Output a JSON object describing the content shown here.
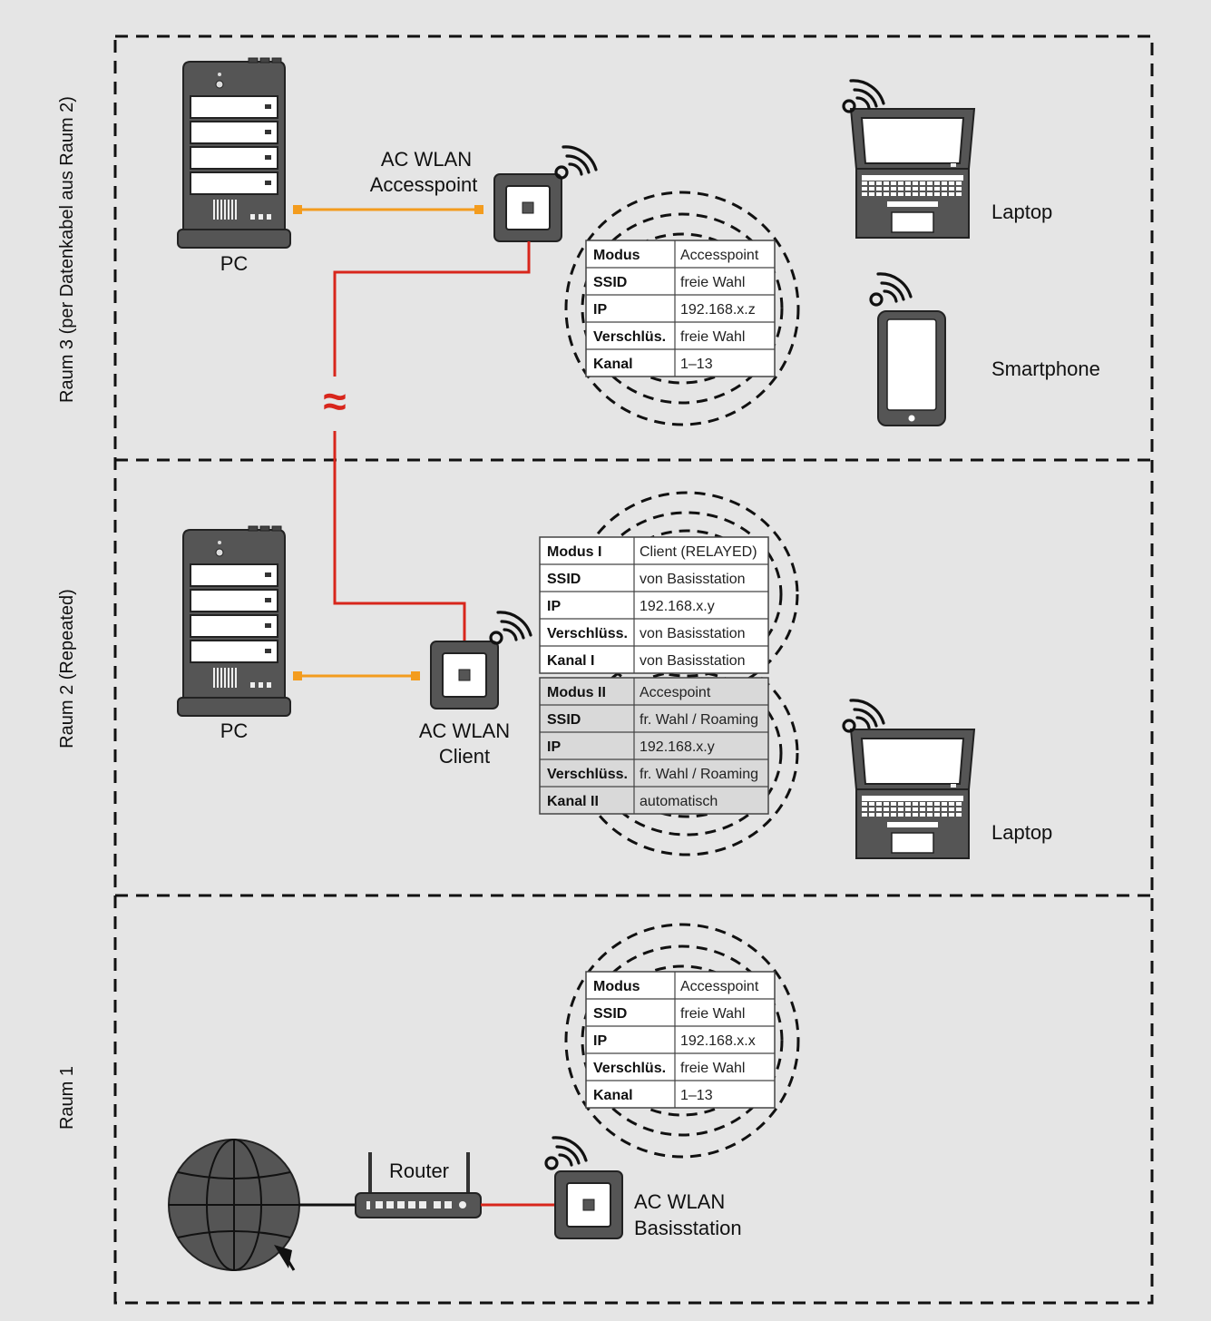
{
  "rooms": {
    "raum3": "Raum 3 (per Datenkabel aus Raum 2)",
    "raum2": "Raum 2 (Repeated)",
    "raum1": "Raum 1"
  },
  "labels": {
    "pc3": "PC",
    "ap3_l1": "AC WLAN",
    "ap3_l2": "Accesspoint",
    "laptop3": "Laptop",
    "smartphone": "Smartphone",
    "pc2": "PC",
    "client_l1": "AC WLAN",
    "client_l2": "Client",
    "laptop2": "Laptop",
    "router": "Router",
    "base_l1": "AC WLAN",
    "base_l2": "Basisstation",
    "approx": "≈"
  },
  "tables": {
    "raum3": [
      {
        "k": "Modus",
        "v": "Accesspoint"
      },
      {
        "k": "SSID",
        "v": "freie Wahl"
      },
      {
        "k": "IP",
        "v": "192.168.x.z"
      },
      {
        "k": "Verschlüs.",
        "v": "freie Wahl"
      },
      {
        "k": "Kanal",
        "v": "1–13"
      }
    ],
    "raum2_client": [
      {
        "k": "Modus I",
        "v": "Client (RELAYED)"
      },
      {
        "k": "SSID",
        "v": "von Basisstation"
      },
      {
        "k": "IP",
        "v": "192.168.x.y"
      },
      {
        "k": "Verschlüss.",
        "v": "von Basisstation"
      },
      {
        "k": "Kanal I",
        "v": "von Basisstation"
      }
    ],
    "raum2_ap": [
      {
        "k": "Modus II",
        "v": "Accespoint"
      },
      {
        "k": "SSID",
        "v": "fr. Wahl / Roaming"
      },
      {
        "k": "IP",
        "v": "192.168.x.y"
      },
      {
        "k": "Verschlüss.",
        "v": "fr. Wahl / Roaming"
      },
      {
        "k": "Kanal II",
        "v": "automatisch"
      }
    ],
    "raum1": [
      {
        "k": "Modus",
        "v": "Accesspoint"
      },
      {
        "k": "SSID",
        "v": "freie Wahl"
      },
      {
        "k": "IP",
        "v": "192.168.x.x"
      },
      {
        "k": "Verschlüs.",
        "v": "freie Wahl"
      },
      {
        "k": "Kanal",
        "v": "1–13"
      }
    ]
  },
  "colors": {
    "background": "#e5e5e5",
    "ethernet": "#f39c1e",
    "wlan_link": "#d8261c",
    "device": "#4a4a4a",
    "client_table_bg": "#d9d9d9"
  }
}
